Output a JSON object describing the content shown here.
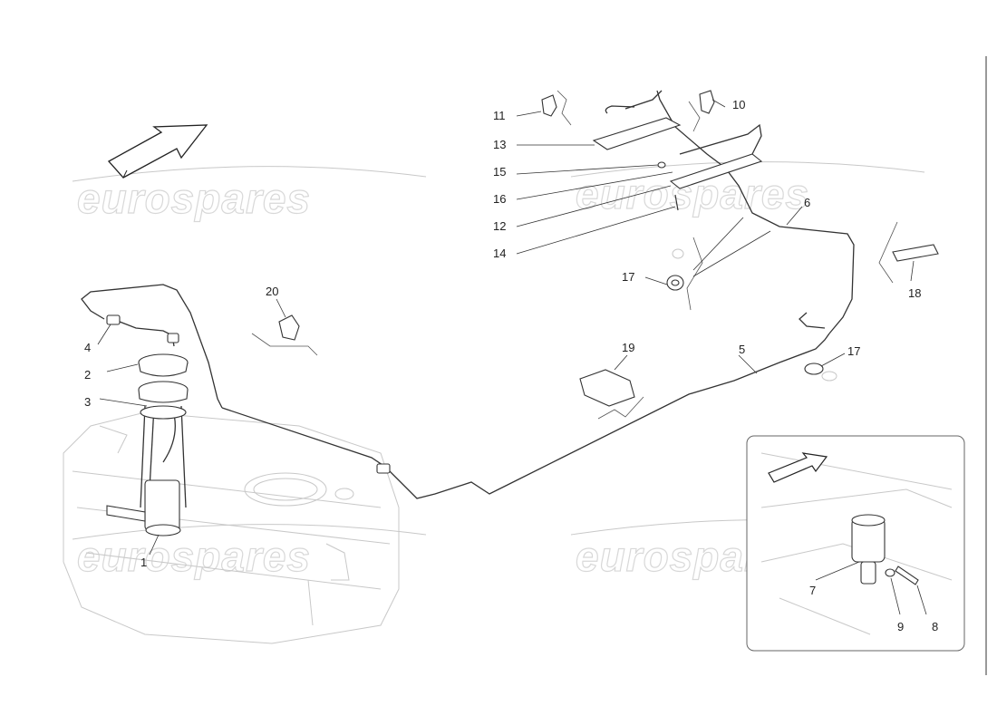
{
  "watermark": "eurospares",
  "callouts": [
    {
      "id": "c1",
      "text": "1"
    },
    {
      "id": "c2",
      "text": "2"
    },
    {
      "id": "c3",
      "text": "3"
    },
    {
      "id": "c4",
      "text": "4"
    },
    {
      "id": "c5",
      "text": "5"
    },
    {
      "id": "c6",
      "text": "6"
    },
    {
      "id": "c7",
      "text": "7"
    },
    {
      "id": "c8",
      "text": "8"
    },
    {
      "id": "c9",
      "text": "9"
    },
    {
      "id": "c10",
      "text": "10"
    },
    {
      "id": "c11",
      "text": "11"
    },
    {
      "id": "c12",
      "text": "12"
    },
    {
      "id": "c13",
      "text": "13"
    },
    {
      "id": "c14",
      "text": "14"
    },
    {
      "id": "c15",
      "text": "15"
    },
    {
      "id": "c16",
      "text": "16"
    },
    {
      "id": "c17a",
      "text": "17"
    },
    {
      "id": "c17b",
      "text": "17"
    },
    {
      "id": "c18",
      "text": "18"
    },
    {
      "id": "c19",
      "text": "19"
    },
    {
      "id": "c20",
      "text": "20"
    }
  ]
}
